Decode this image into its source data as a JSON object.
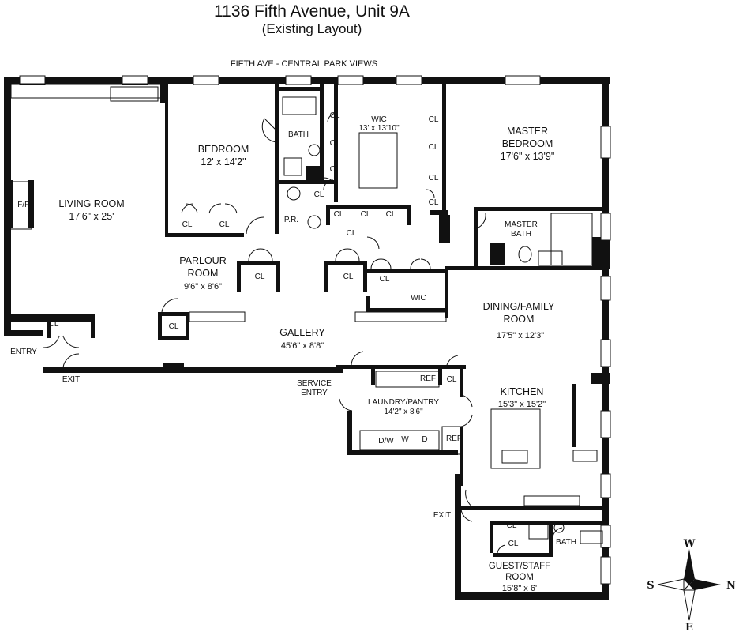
{
  "title": "1136 Fifth Avenue, Unit 9A",
  "subtitle": "(Existing Layout)",
  "street_label": "FIFTH AVE  - CENTRAL PARK VIEWS",
  "rooms": {
    "living": {
      "name": "LIVING ROOM",
      "size": "17'6\" x 25'"
    },
    "bedroom": {
      "name": "BEDROOM",
      "size": "12' x 14'2\""
    },
    "bath": {
      "name": "BATH"
    },
    "wic_main": {
      "name": "WIC",
      "size": "13' x 13'10\""
    },
    "master": {
      "name1": "MASTER",
      "name2": "BEDROOM",
      "size": "17'6\" x 13'9\""
    },
    "master_bath": {
      "name1": "MASTER",
      "name2": "BATH"
    },
    "parlour": {
      "name1": "PARLOUR",
      "name2": "ROOM",
      "size": "9'6\" x 8'6\""
    },
    "powder": {
      "name": "P.R."
    },
    "gallery": {
      "name": "GALLERY",
      "size": "45'6\" x 8'8\""
    },
    "wic_small": {
      "name": "WIC"
    },
    "dining": {
      "name1": "DINING/FAMILY",
      "name2": "ROOM",
      "size": "17'5\" x 12'3\""
    },
    "kitchen": {
      "name": "KITCHEN",
      "size": "15'3\" x 15'2\""
    },
    "laundry": {
      "name": "LAUNDRY/PANTRY",
      "size": "14'2\" x 8'6\""
    },
    "guest": {
      "name1": "GUEST/STAFF",
      "name2": "ROOM",
      "size": "15'8\" x 6'"
    },
    "guest_bath": {
      "name": "BATH"
    }
  },
  "labels": {
    "fireplace": "F/P",
    "closet": "CL",
    "ref": "REF",
    "dishwasher": "D/W",
    "washer": "W",
    "dryer": "D",
    "entry": "ENTRY",
    "exit": "EXIT",
    "service_entry1": "SERVICE",
    "service_entry2": "ENTRY"
  },
  "compass": {
    "north": "N",
    "south": "S",
    "east": "E",
    "west": "W"
  }
}
